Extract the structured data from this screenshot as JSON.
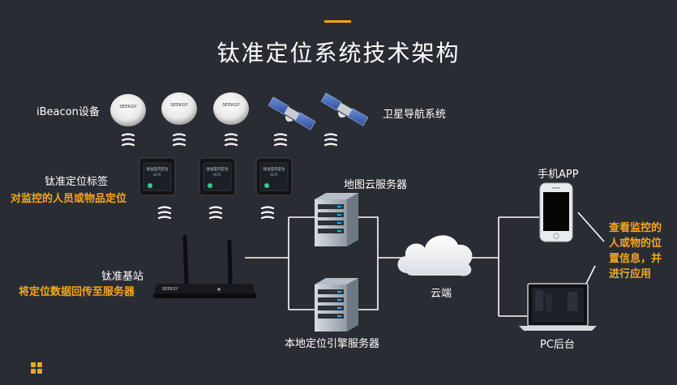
{
  "title": "钛准定位系统技术架构",
  "beacon": {
    "label": "iBeacon设备",
    "brand": "SEEKGY"
  },
  "satellite": {
    "label": "卫星导航系统"
  },
  "tag": {
    "label": "钛准定位标签",
    "sublabel": "对监控的人员或物品定位",
    "screen_text": "钛准室内定位",
    "screen_sub": "BLTE"
  },
  "base_station": {
    "label": "钛准基站",
    "sublabel": "将定位数据回传至服务器",
    "brand": "SEEKGY"
  },
  "map_server": {
    "label": "地图云服务器"
  },
  "local_server": {
    "label": "本地定位引擎服务器"
  },
  "cloud": {
    "label": "云端"
  },
  "mobile_app": {
    "label": "手机APP"
  },
  "pc": {
    "label": "PC后台"
  },
  "note": {
    "lines": [
      "查看监控的",
      "人或物的位",
      "置信息，并",
      "进行应用"
    ]
  },
  "colors": {
    "background": "#2a2c33",
    "accent": "#f2a81c",
    "line": "#ffffff"
  }
}
